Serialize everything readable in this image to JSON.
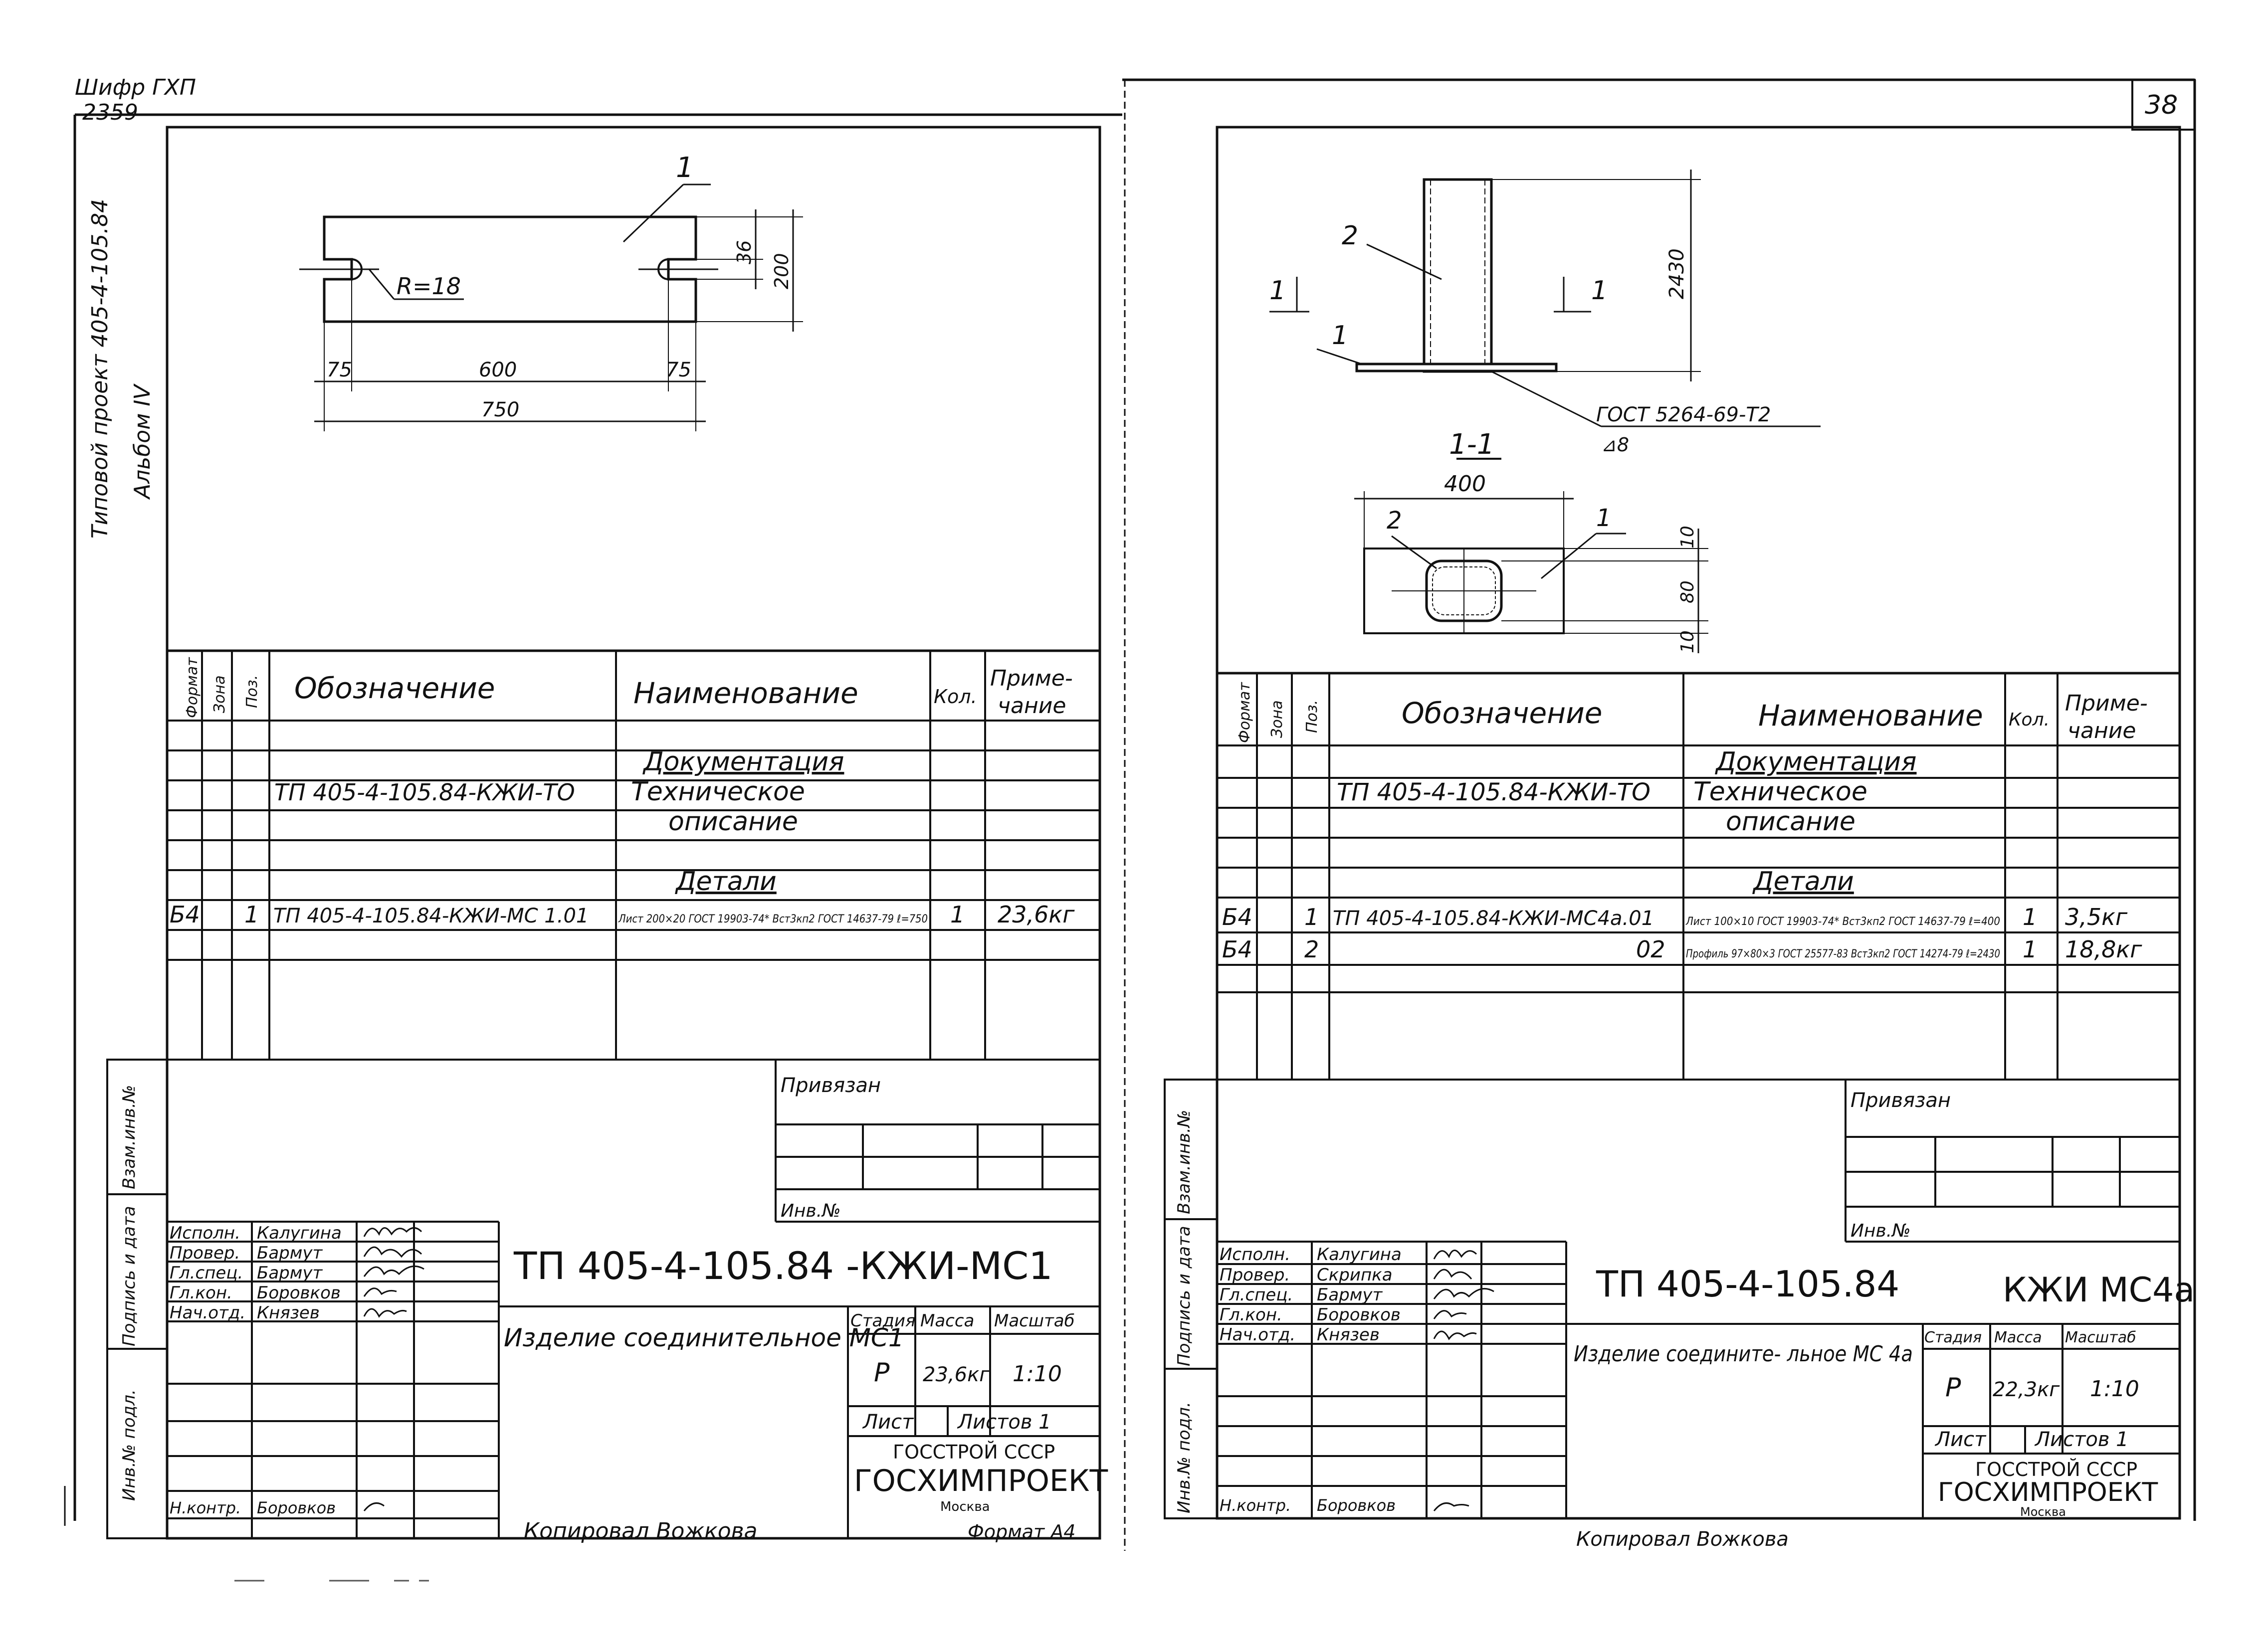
{
  "top_left": {
    "cipher_label": "Шифр ГХП",
    "cipher_number": "2359"
  },
  "side_margin": {
    "project": "Типовой проект 405-4-105.84",
    "album": "Альбом IV"
  },
  "sheet_number": "38",
  "sheets": [
    {
      "drawing": {
        "pos1": "1",
        "radius": "R=18",
        "dim_36": "36",
        "dim_200": "200",
        "dim_75a": "75",
        "dim_600": "600",
        "dim_75b": "75",
        "dim_750": "750"
      },
      "spec": {
        "headers": {
          "format": "Формат",
          "zone": "Зона",
          "pos": "Поз.",
          "designation": "Обозначение",
          "name": "Наименование",
          "qty": "Кол.",
          "note_1": "Приме-",
          "note_2": "чание"
        },
        "rows": [
          {
            "format": "",
            "pos": "",
            "designation": "",
            "name": "Документация",
            "qty": "",
            "note": ""
          },
          {
            "format": "",
            "pos": "",
            "designation": "ТП 405-4-105.84-КЖИ-ТО",
            "name": "Техническое",
            "qty": "",
            "note": ""
          },
          {
            "format": "",
            "pos": "",
            "designation": "",
            "name": "описание",
            "qty": "",
            "note": ""
          },
          {
            "format": "",
            "pos": "",
            "designation": "",
            "name": "",
            "qty": "",
            "note": ""
          },
          {
            "format": "",
            "pos": "",
            "designation": "",
            "name": "Детали",
            "qty": "",
            "note": ""
          },
          {
            "format": "Б4",
            "pos": "1",
            "designation": "ТП 405-4-105.84-КЖИ-МС 1.01",
            "name": "Лист 200×20 ГОСТ 19903-74*  Вст3кп2 ГОСТ 14637-79  ℓ=750",
            "qty": "1",
            "note": "23,6кг"
          },
          {
            "format": "",
            "pos": "",
            "designation": "",
            "name": "",
            "qty": "",
            "note": ""
          },
          {
            "format": "",
            "pos": "",
            "designation": "",
            "name": "",
            "qty": "",
            "note": ""
          }
        ]
      },
      "stamp": {
        "side_labels": [
          "Взам.инв.№",
          "Подпись и дата",
          "Инв.№ подл."
        ],
        "bound_label": "Привязан",
        "inv_label": "Инв.№",
        "roles": [
          "Исполн.",
          "Провер.",
          "Гл.спец.",
          "Гл.кон.",
          "Нач.отд."
        ],
        "names": [
          "Калугина",
          "Бармут",
          "Бармут",
          "Боровков",
          "Князев"
        ],
        "norm_role": "Н.контр.",
        "norm_name": "Боровков",
        "code": "ТП  405-4-105.84   -КЖИ-МС1",
        "title": "Изделие соединительное МС1",
        "stage_label": "Стадия",
        "mass_label": "Масса",
        "scale_label": "Масштаб",
        "stage": "Р",
        "mass": "23,6кг",
        "scale": "1:10",
        "sheet_label": "Лист",
        "sheets_label": "Листов 1",
        "org1": "ГОССТРОЙ СССР",
        "org2": "ГОСХИМПРОЕКТ",
        "city": "Москва"
      },
      "footer": {
        "copied": "Копировал  Вожкова",
        "format": "Формат А4"
      }
    },
    {
      "drawing": {
        "pos2": "2",
        "pos1": "1",
        "cut1": "1",
        "cut2": "1",
        "dim_2430": "2430",
        "weld": "ГОСТ 5264-69-Т2",
        "weld_size": "⊿8",
        "section": "1-1",
        "dim_400": "400",
        "sec_pos2": "2",
        "sec_pos1": "1",
        "dim_10a": "10",
        "dim_80": "80",
        "dim_10b": "10"
      },
      "spec": {
        "headers": {
          "format": "Формат",
          "zone": "Зона",
          "pos": "Поз.",
          "designation": "Обозначение",
          "name": "Наименование",
          "qty": "Кол.",
          "note_1": "Приме-",
          "note_2": "чание"
        },
        "rows": [
          {
            "format": "",
            "pos": "",
            "designation": "",
            "name": "Документация",
            "qty": "",
            "note": ""
          },
          {
            "format": "",
            "pos": "",
            "designation": "ТП 405-4-105.84-КЖИ-ТО",
            "name": "Техническое",
            "qty": "",
            "note": ""
          },
          {
            "format": "",
            "pos": "",
            "designation": "",
            "name": "описание",
            "qty": "",
            "note": ""
          },
          {
            "format": "",
            "pos": "",
            "designation": "",
            "name": "",
            "qty": "",
            "note": ""
          },
          {
            "format": "",
            "pos": "",
            "designation": "",
            "name": "Детали",
            "qty": "",
            "note": ""
          },
          {
            "format": "Б4",
            "pos": "1",
            "designation": "ТП 405-4-105.84-КЖИ-МС4а.01",
            "name": "Лист 100×10 ГОСТ 19903-74*  Вст3кп2 ГОСТ 14637-79  ℓ=400",
            "qty": "1",
            "note": "3,5кг"
          },
          {
            "format": "Б4",
            "pos": "2",
            "designation": "02",
            "name": "Профиль 97×80×3 ГОСТ 25577-83  Вст3кп2 ГОСТ 14274-79  ℓ=2430",
            "qty": "1",
            "note": "18,8кг"
          },
          {
            "format": "",
            "pos": "",
            "designation": "",
            "name": "",
            "qty": "",
            "note": ""
          }
        ]
      },
      "stamp": {
        "side_labels": [
          "Взам.инв.№",
          "Подпись и дата",
          "Инв.№ подл."
        ],
        "bound_label": "Привязан",
        "inv_label": "Инв.№",
        "roles": [
          "Исполн.",
          "Провер.",
          "Гл.спец.",
          "Гл.кон.",
          "Нач.отд."
        ],
        "names": [
          "Калугина",
          "Скрипка",
          "Бармут",
          "Боровков",
          "Князев"
        ],
        "norm_role": "Н.контр.",
        "norm_name": "Боровков",
        "code": "ТП  405-4-105.84",
        "code_suffix": "КЖИ МС4а",
        "title": "Изделие соедините- льное МС 4а",
        "stage_label": "Стадия",
        "mass_label": "Масса",
        "scale_label": "Масштаб",
        "stage": "Р",
        "mass": "22,3кг",
        "scale": "1:10",
        "sheet_label": "Лист",
        "sheets_label": "Листов 1",
        "org1": "ГОССТРОЙ СССР",
        "org2": "ГОСХИМПРОЕКТ",
        "city": "Москва"
      },
      "footer": {
        "copied": "Копировал  Вожкова"
      }
    }
  ]
}
